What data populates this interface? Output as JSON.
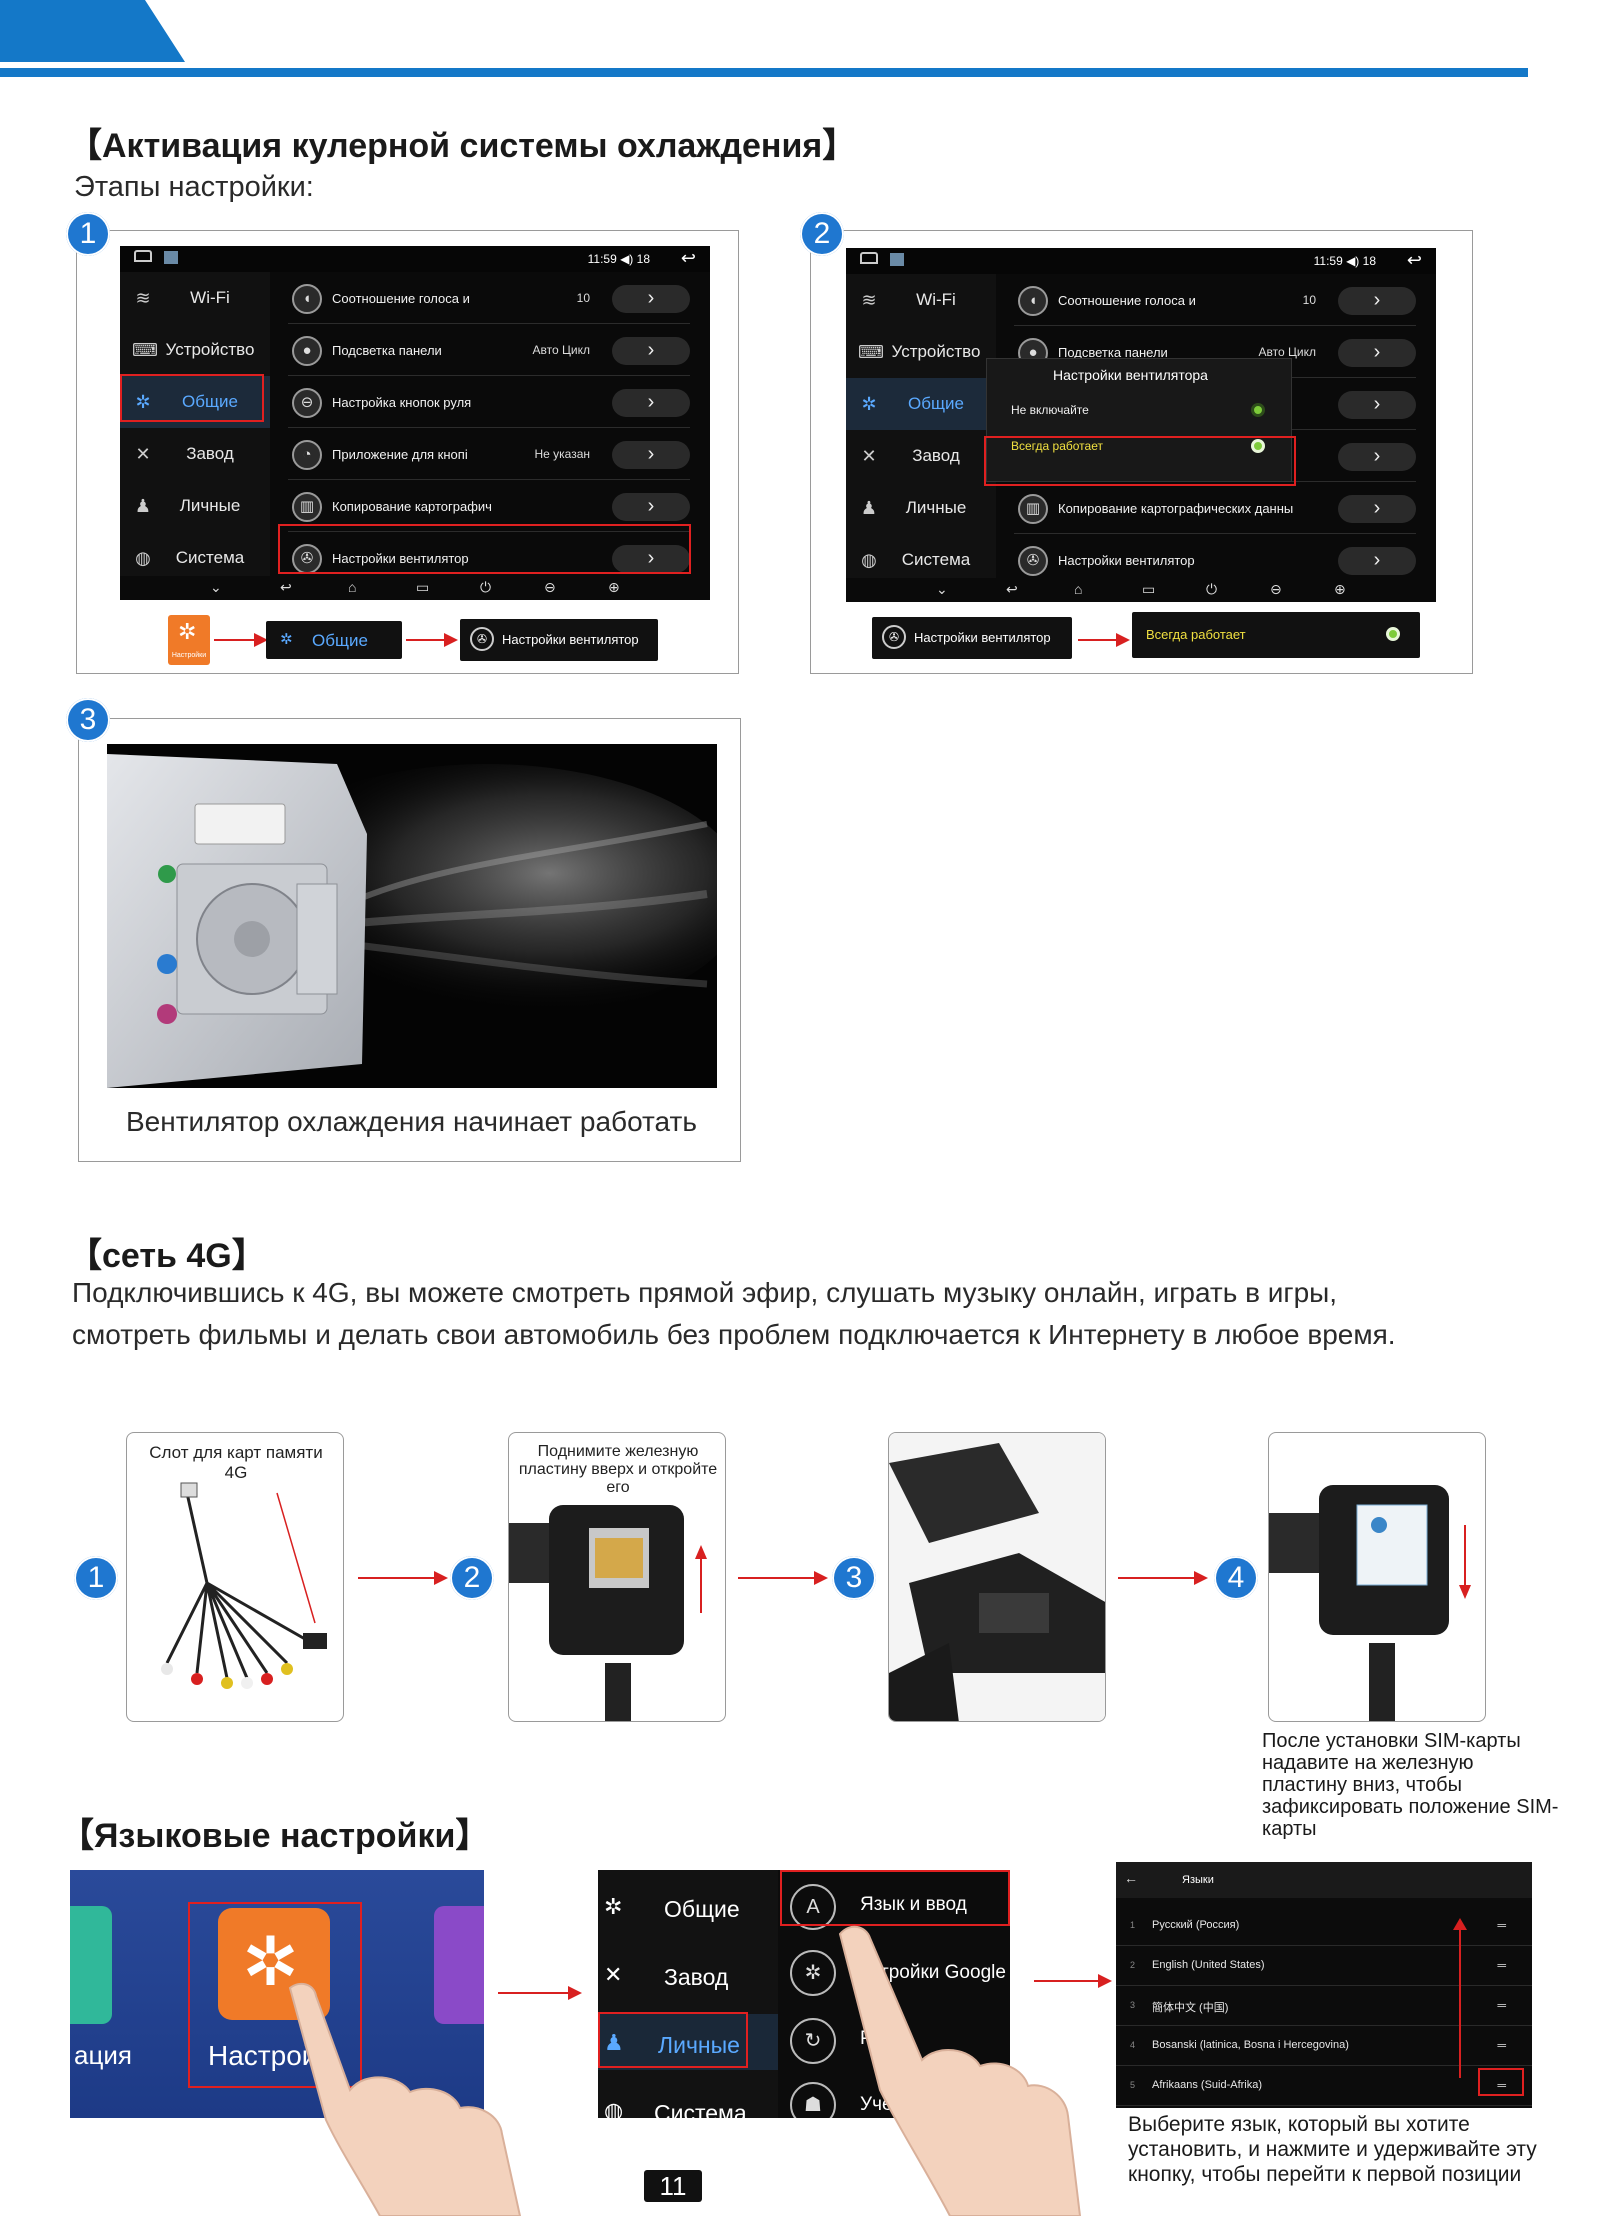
{
  "section1": {
    "title": "【Активация кулерной системы охлаждения】",
    "subtitle": "Этапы настройки:",
    "step_numbers": [
      "1",
      "2",
      "3"
    ],
    "status_time": "11:59 ◀) 18",
    "sidebar": [
      "Wi-Fi",
      "Устройство",
      "Общие",
      "Завод",
      "Личные",
      "Система"
    ],
    "rows": [
      {
        "label": "Соотношение голоса и",
        "value": "10"
      },
      {
        "label": "Подсветка панели",
        "value": "Авто Цикл"
      },
      {
        "label": "Настройка кнопок руля",
        "value": ""
      },
      {
        "label": "Приложение для кнопі",
        "value": "Не указан"
      },
      {
        "label": "Копирование картографических данных",
        "value": ""
      },
      {
        "label": "Настройки вентилятор",
        "value": ""
      }
    ],
    "flow1": {
      "app_label": "Настройки",
      "general": "Общие",
      "fan": "Настройки вентилятор"
    },
    "screen2_rows": [
      {
        "label": "Соотношение голоса и",
        "value": "10"
      },
      {
        "label": "Подсветка панели",
        "value": "Авто Цикл"
      },
      {
        "label": "",
        "value": ""
      },
      {
        "label": "",
        "value": ""
      },
      {
        "label": "Копирование картографических данны",
        "value": ""
      },
      {
        "label": "Настройки вентилятор",
        "value": ""
      }
    ],
    "dialog": {
      "title": "Настройки вентилятора",
      "opt1": "Не включайте",
      "opt2": "Всегда работает"
    },
    "flow2": {
      "fan": "Настройки вентилятор",
      "always": "Всегда работает"
    },
    "step3_caption": "Вентилятор охлаждения начинает работать"
  },
  "section2": {
    "title": "【сеть 4G】",
    "paragraph": "Подключившись к 4G, вы можете смотреть прямой эфир, слушать музыку онлайн, играть в игры, смотреть фильмы и делать свои автомобиль без проблем подключается к Интернету в любое время.",
    "steps": [
      "1",
      "2",
      "3",
      "4"
    ],
    "card1_caption": "Слот для карт памяти 4G",
    "card2_caption": "Поднимите железную пластину вверх и откройте его",
    "after_caption": "После установки SIM-карты надавите на железную пластину вниз, чтобы зафиксировать положение SIM-карты"
  },
  "section3": {
    "title": "【Языковые настройки】",
    "app_left": "ация",
    "app_label": "Настройк",
    "menu": [
      "Общие",
      "Завод",
      "Личные",
      "Система"
    ],
    "menu_right": [
      "Язык и ввод",
      "тройки Google",
      "Ре",
      "Учетна"
    ],
    "lang_header": "Языки",
    "languages": [
      {
        "n": "1",
        "name": "Русский (Россия)"
      },
      {
        "n": "2",
        "name": "English (United States)"
      },
      {
        "n": "3",
        "name": "簡体中文 (中国)"
      },
      {
        "n": "4",
        "name": "Bosanski (latinica, Bosna i Hercegovina)"
      },
      {
        "n": "5",
        "name": "Afrikaans (Suid-Afrika)"
      }
    ],
    "lang_caption": "Выберите язык, который вы хотите установить, и нажмите и удерживайте эту кнопку, чтобы перейти к первой позиции"
  },
  "page_number": "11",
  "colors": {
    "accent": "#1478c8",
    "highlight": "#e02020",
    "selected_text": "#5aa9ff"
  }
}
